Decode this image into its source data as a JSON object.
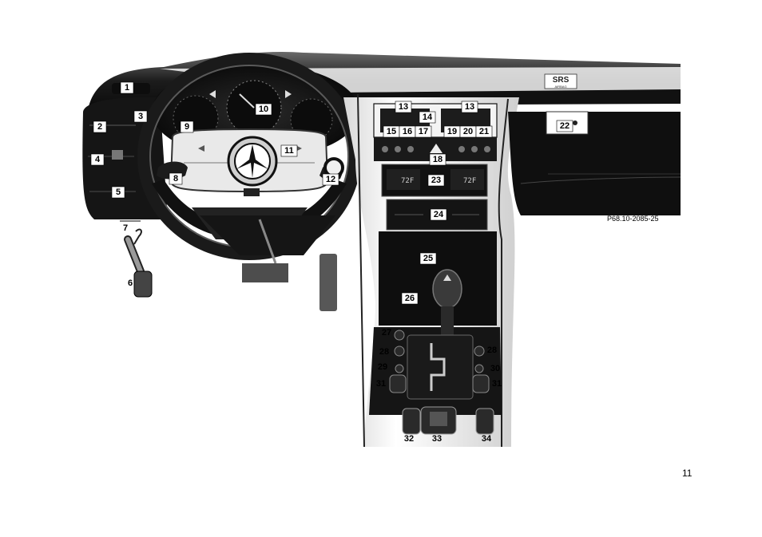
{
  "figure": {
    "reference_code": "P68.10-2085-25",
    "page_number": "11",
    "airbag_label": {
      "line1": "SRS",
      "line2": "AIRBAG"
    },
    "lcd": {
      "left_temp": "72F",
      "right_temp": "72F"
    },
    "callouts": {
      "c1": "1",
      "c2": "2",
      "c3": "3",
      "c4": "4",
      "c5": "5",
      "c6": "6",
      "c7": "7",
      "c8": "8",
      "c9": "9",
      "c10": "10",
      "c11": "11",
      "c12": "12",
      "c13a": "13",
      "c13b": "13",
      "c14": "14",
      "c15": "15",
      "c16": "16",
      "c17": "17",
      "c18": "18",
      "c19": "19",
      "c20": "20",
      "c21": "21",
      "c22": "22",
      "c23": "23",
      "c24": "24",
      "c25": "25",
      "c26": "26",
      "c27": "27",
      "c28a": "28",
      "c28b": "28",
      "c29": "29",
      "c30": "30",
      "c31a": "31",
      "c31b": "31",
      "c32": "32",
      "c33": "33",
      "c34": "34"
    }
  }
}
